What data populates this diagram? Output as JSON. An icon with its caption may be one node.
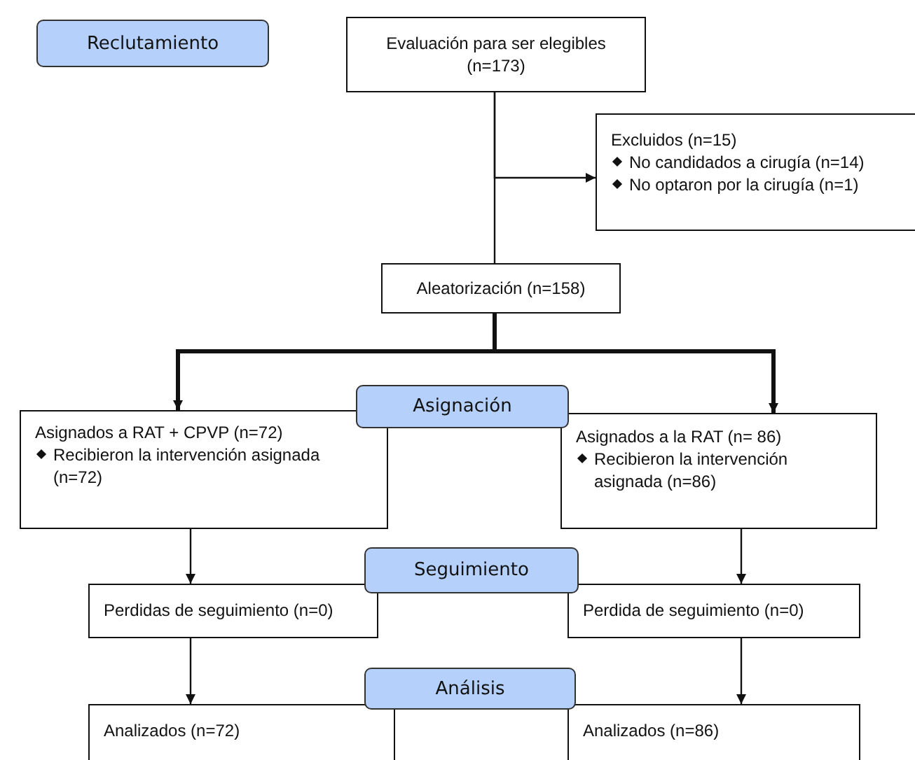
{
  "diagram": {
    "nodes": [
      {
        "text": [
          "Reclutamiento"
        ]
      },
      {
        "text": [
          "Evaluación para ser elegibles (n=173)"
        ]
      },
      {
        "text": [
          "Excluidos (n=15)",
          "No candidados a cirugía (n=14)",
          "No optaron por la cirugía (n=1)"
        ]
      },
      {
        "text": [
          "Aleatorización (n=158)"
        ]
      },
      {
        "text": [
          "Asignación"
        ]
      },
      {
        "text": [
          "Asignados a RAT + CPVP (n=72)",
          "Recibieron la intervención asignada (n=72)"
        ]
      },
      {
        "text": [
          "Asignados a la RAT (n= 86)",
          "Recibieron la intervención asignada (n=86)"
        ]
      },
      {
        "text": [
          "Seguimiento"
        ]
      },
      {
        "text": [
          "Perdidas de seguimiento (n=0)"
        ]
      },
      {
        "text": [
          "Perdida de seguimiento (n=0)"
        ]
      },
      {
        "text": [
          "Análisis"
        ]
      },
      {
        "text": [
          "Analizados  (n=72)"
        ]
      },
      {
        "text": [
          "Analizados  (n=86)"
        ]
      }
    ],
    "edges": [
      {
        "from": 1,
        "to": 3,
        "arrow": "none"
      },
      {
        "from": 1,
        "to": 2,
        "arrow": "to"
      },
      {
        "from": 3,
        "to": 5,
        "arrow": "to",
        "style": "thick"
      },
      {
        "from": 3,
        "to": 6,
        "arrow": "to",
        "style": "thick"
      },
      {
        "from": 5,
        "to": 8,
        "arrow": "to"
      },
      {
        "from": 6,
        "to": 9,
        "arrow": "to"
      },
      {
        "from": 8,
        "to": 11,
        "arrow": "to"
      },
      {
        "from": 9,
        "to": 12,
        "arrow": "to"
      }
    ]
  }
}
